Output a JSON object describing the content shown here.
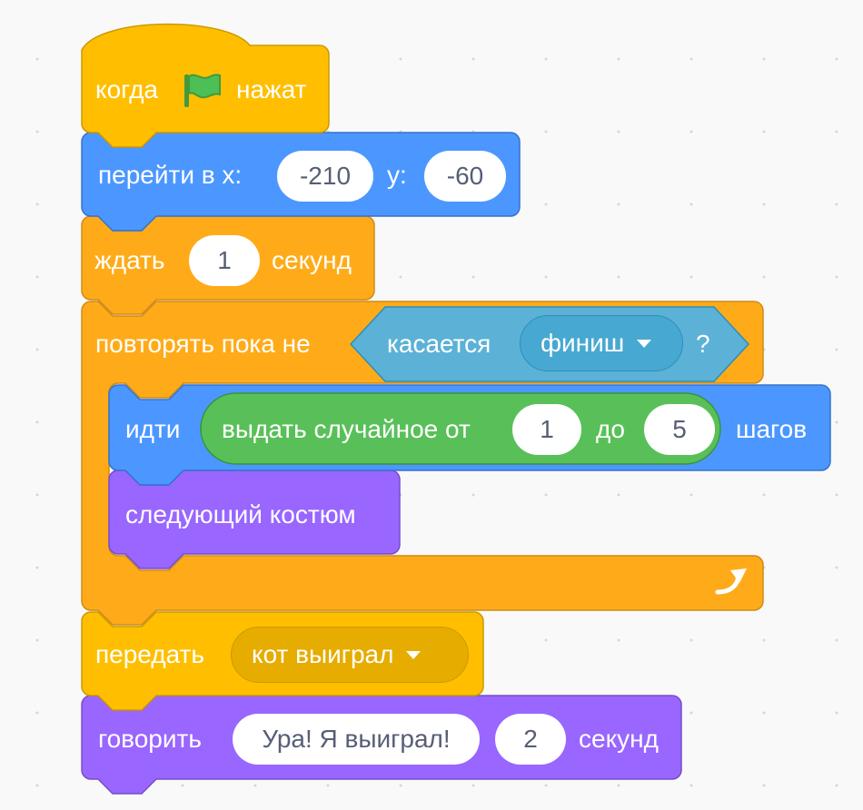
{
  "colors": {
    "events": "#ffbf00",
    "motion": "#4c97ff",
    "control": "#ffab19",
    "sensing": "#5cb1d6",
    "operators": "#59c059",
    "looks": "#9966ff"
  },
  "script": {
    "hat": {
      "label_before": "когда",
      "icon": "green-flag-icon",
      "label_after": "нажат"
    },
    "goto": {
      "label": "перейти в x:",
      "x": "-210",
      "y_label": "y:",
      "y": "-60"
    },
    "wait": {
      "label": "ждать",
      "value": "1",
      "unit": "секунд"
    },
    "repeat_until": {
      "label": "повторять пока не",
      "condition": {
        "label": "касается",
        "target": "финиш",
        "suffix": "?"
      },
      "loop_icon": "loop-arrow-icon"
    },
    "move": {
      "label": "идти",
      "random": {
        "label": "выдать случайное от",
        "from": "1",
        "to_label": "до",
        "to": "5"
      },
      "unit": "шагов"
    },
    "next_costume": {
      "label": "следующий костюм"
    },
    "broadcast": {
      "label": "передать",
      "message": "кот выиграл"
    },
    "say": {
      "label": "говорить",
      "text": "Ура! Я выиграл!",
      "seconds": "2",
      "unit": "секунд"
    }
  }
}
